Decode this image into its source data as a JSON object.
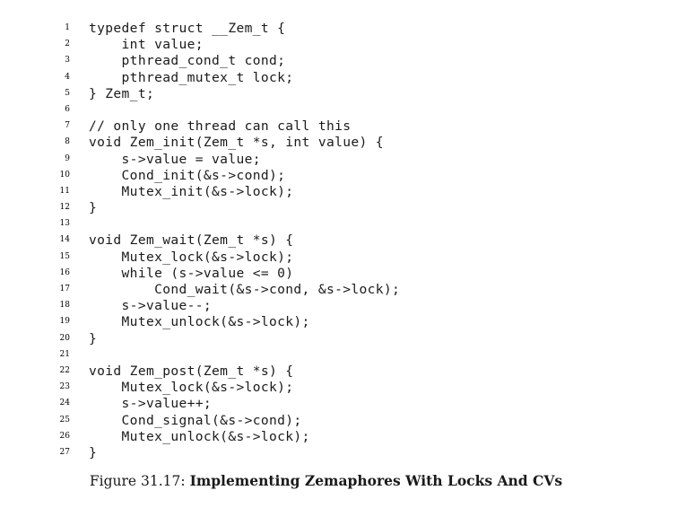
{
  "listing": {
    "lines": [
      {
        "num": "1",
        "code": "typedef struct __Zem_t {"
      },
      {
        "num": "2",
        "code": "    int value;"
      },
      {
        "num": "3",
        "code": "    pthread_cond_t cond;"
      },
      {
        "num": "4",
        "code": "    pthread_mutex_t lock;"
      },
      {
        "num": "5",
        "code": "} Zem_t;"
      },
      {
        "num": "6",
        "code": ""
      },
      {
        "num": "7",
        "code": "// only one thread can call this"
      },
      {
        "num": "8",
        "code": "void Zem_init(Zem_t *s, int value) {"
      },
      {
        "num": "9",
        "code": "    s->value = value;"
      },
      {
        "num": "10",
        "code": "    Cond_init(&s->cond);"
      },
      {
        "num": "11",
        "code": "    Mutex_init(&s->lock);"
      },
      {
        "num": "12",
        "code": "}"
      },
      {
        "num": "13",
        "code": ""
      },
      {
        "num": "14",
        "code": "void Zem_wait(Zem_t *s) {"
      },
      {
        "num": "15",
        "code": "    Mutex_lock(&s->lock);"
      },
      {
        "num": "16",
        "code": "    while (s->value <= 0)"
      },
      {
        "num": "17",
        "code": "        Cond_wait(&s->cond, &s->lock);"
      },
      {
        "num": "18",
        "code": "    s->value--;"
      },
      {
        "num": "19",
        "code": "    Mutex_unlock(&s->lock);"
      },
      {
        "num": "20",
        "code": "}"
      },
      {
        "num": "21",
        "code": ""
      },
      {
        "num": "22",
        "code": "void Zem_post(Zem_t *s) {"
      },
      {
        "num": "23",
        "code": "    Mutex_lock(&s->lock);"
      },
      {
        "num": "24",
        "code": "    s->value++;"
      },
      {
        "num": "25",
        "code": "    Cond_signal(&s->cond);"
      },
      {
        "num": "26",
        "code": "    Mutex_unlock(&s->lock);"
      },
      {
        "num": "27",
        "code": "}"
      }
    ]
  },
  "caption": {
    "label": "Figure 31.17:",
    "title": "Implementing Zemaphores With Locks And CVs"
  }
}
